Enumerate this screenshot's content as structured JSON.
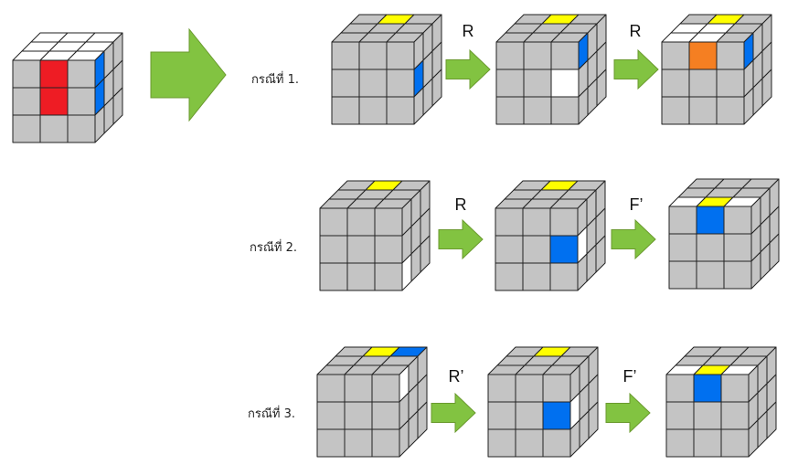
{
  "colors": {
    "gray": "#c4c4c4",
    "white": "#ffffff",
    "yellow": "#ffff00",
    "blue": "#0070f0",
    "red": "#ee1c24",
    "orange": "#f57f22",
    "arrow_fill": "#82c341",
    "arrow_stroke": "#6a9a2e",
    "outline": "#222222"
  },
  "cases": [
    {
      "label": "กรณีที่ 1.",
      "moves": [
        "R",
        "R"
      ]
    },
    {
      "label": "กรณีที่ 2.",
      "moves": [
        "R",
        "F’"
      ]
    },
    {
      "label": "กรณีที่ 3.",
      "moves": [
        "R’",
        "F’"
      ]
    }
  ]
}
